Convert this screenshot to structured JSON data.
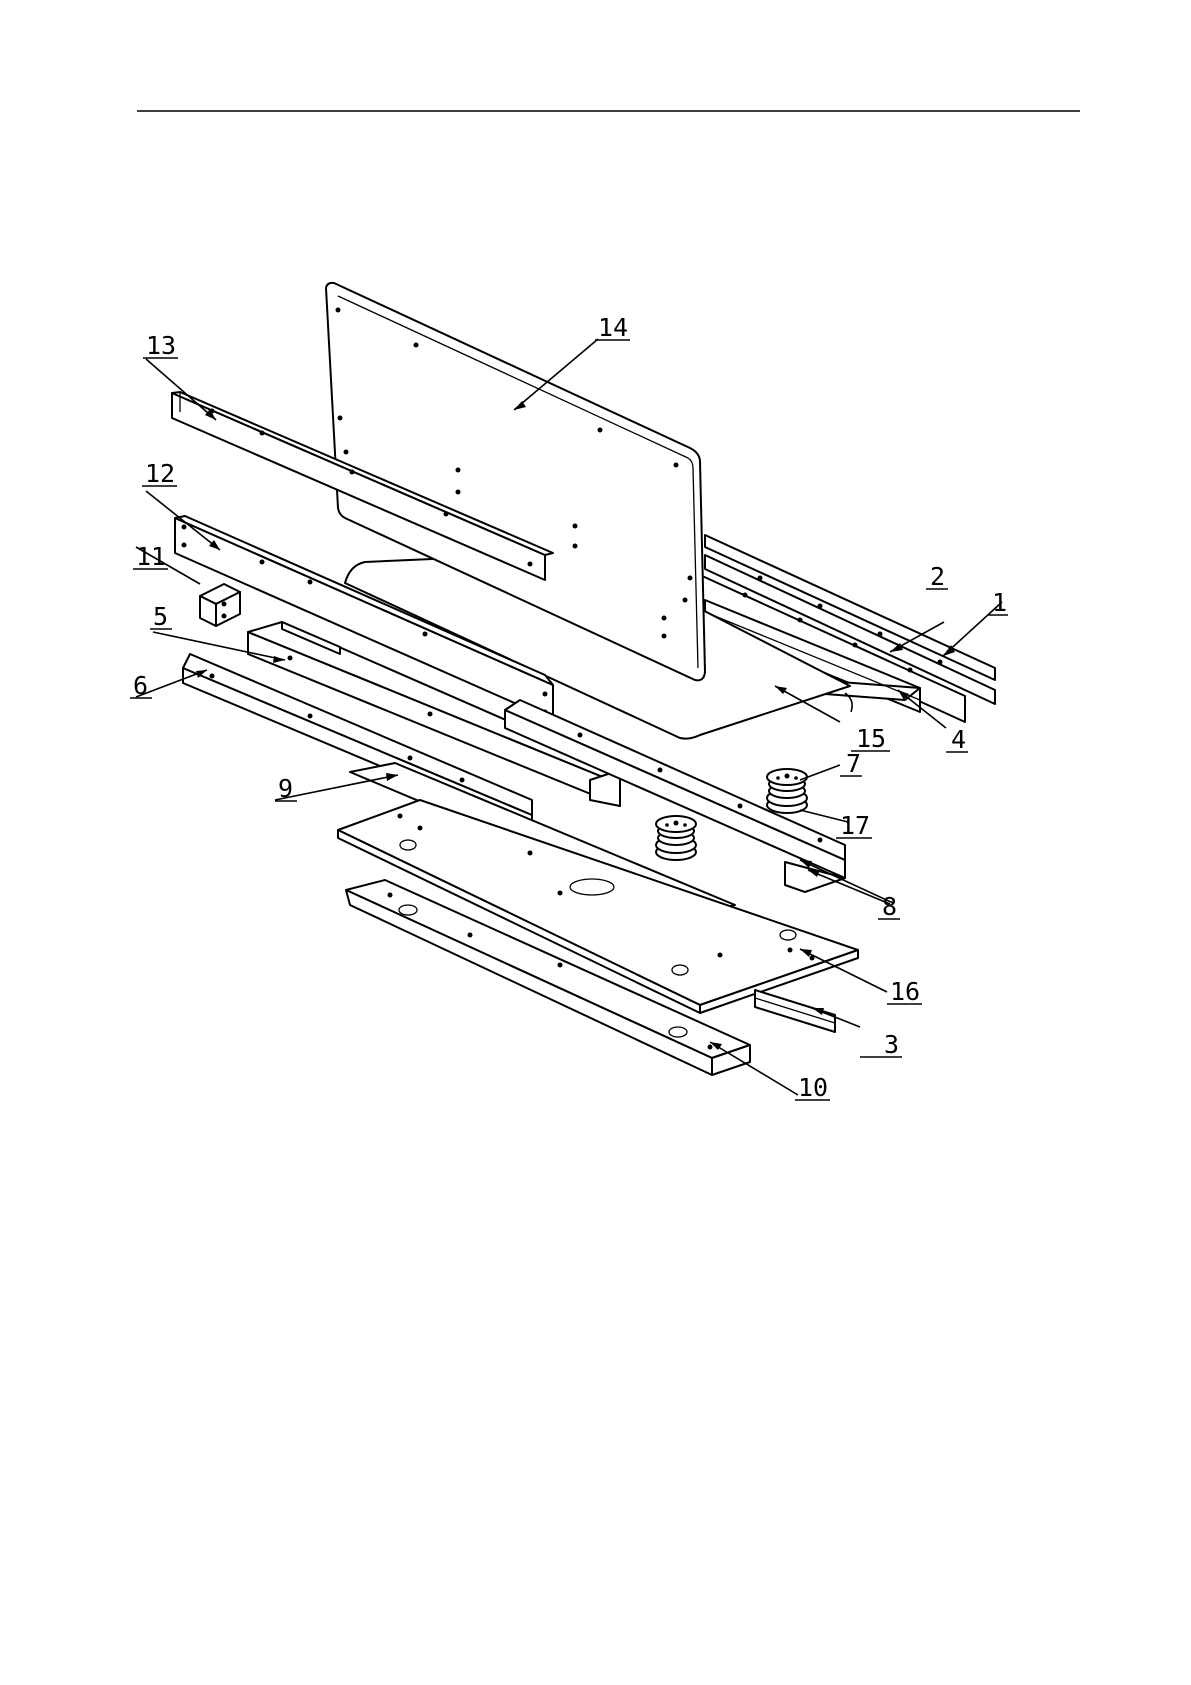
{
  "callouts": [
    {
      "id": "callout-1",
      "label": "1"
    },
    {
      "id": "callout-2",
      "label": "2"
    },
    {
      "id": "callout-3",
      "label": "3"
    },
    {
      "id": "callout-4",
      "label": "4"
    },
    {
      "id": "callout-5",
      "label": "5"
    },
    {
      "id": "callout-6",
      "label": "6"
    },
    {
      "id": "callout-7",
      "label": "7"
    },
    {
      "id": "callout-8",
      "label": "8"
    },
    {
      "id": "callout-9",
      "label": "9"
    },
    {
      "id": "callout-10",
      "label": "10"
    },
    {
      "id": "callout-11",
      "label": "11"
    },
    {
      "id": "callout-12",
      "label": "12"
    },
    {
      "id": "callout-13",
      "label": "13"
    },
    {
      "id": "callout-14",
      "label": "14"
    },
    {
      "id": "callout-15",
      "label": "15"
    },
    {
      "id": "callout-16",
      "label": "16"
    },
    {
      "id": "callout-17",
      "label": "17"
    }
  ]
}
